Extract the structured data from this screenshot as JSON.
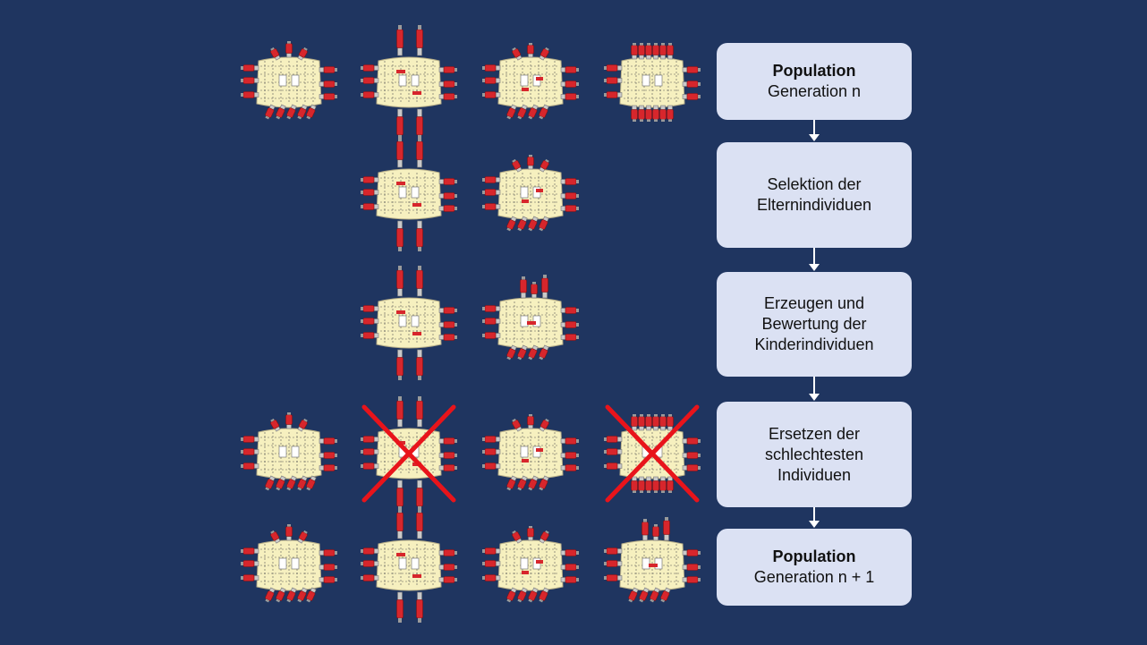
{
  "steps": [
    {
      "lines": [
        "Population",
        "Generation n"
      ],
      "bold_first": true
    },
    {
      "lines": [
        "Selektion der",
        "Elternindividuen"
      ],
      "bold_first": false
    },
    {
      "lines": [
        "Erzeugen und",
        "Bewertung der",
        "Kinderindividuen"
      ],
      "bold_first": false
    },
    {
      "lines": [
        "Ersetzen der",
        "schlechtesten",
        "Individuen"
      ],
      "bold_first": false
    },
    {
      "lines": [
        "Population",
        "Generation n + 1"
      ],
      "bold_first": true
    }
  ],
  "colors": {
    "background": "#1f3560",
    "box_fill": "#dbe1f3",
    "module_fill": "#f6f0bf",
    "connector_red": "#d7262c",
    "cross_red": "#e8141b"
  },
  "rows": [
    {
      "name": "generation-n",
      "individuals": [
        "variant-a",
        "variant-b",
        "variant-c",
        "variant-d"
      ],
      "crossed": []
    },
    {
      "name": "selected-parents",
      "individuals": [
        "variant-b",
        "variant-c"
      ],
      "crossed": []
    },
    {
      "name": "children",
      "individuals": [
        "variant-b",
        "variant-e"
      ],
      "crossed": []
    },
    {
      "name": "replacement",
      "individuals": [
        "variant-a",
        "variant-b",
        "variant-c",
        "variant-d"
      ],
      "crossed": [
        1,
        3
      ]
    },
    {
      "name": "generation-n-plus-1",
      "individuals": [
        "variant-a",
        "variant-b",
        "variant-c",
        "variant-e"
      ],
      "crossed": []
    }
  ]
}
